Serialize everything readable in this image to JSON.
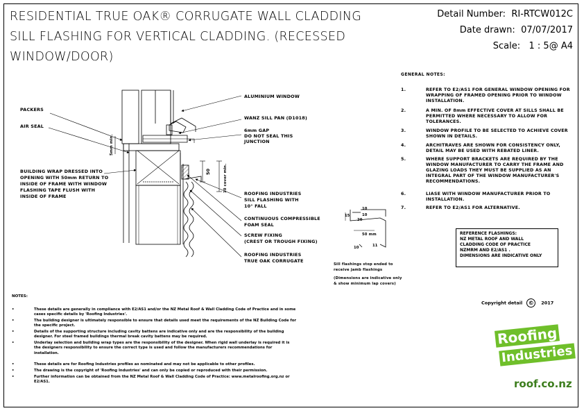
{
  "title": {
    "line1": "RESIDENTIAL TRUE OAK® CORRUGATE WALL CLADDING",
    "line2": "SILL FLASHING FOR VERTICAL CLADDING.  (RECESSED",
    "line3": "WINDOW/DOOR)"
  },
  "meta": {
    "detail_label": "Detail Number:",
    "detail_value": "RI-RTCW012C",
    "date_label": "Date drawn:",
    "date_value": "07/07/2017",
    "scale_label": "Scale:",
    "scale_value": "1 : 5@ A4"
  },
  "callouts": {
    "aluminium_window": "ALUMINIUM WINDOW",
    "packers": "PACKERS",
    "air_seal": "AIR SEAL",
    "wanz": "WANZ SILL PAN (D1018)",
    "gap1": "6mm GAP",
    "gap2": "DO NOT SEAL THIS",
    "gap3": "JUNCTION",
    "bw1": "BUILDING WRAP DRESSED INTO",
    "bw2": "OPENING WITH 50mm  RETURN TO",
    "bw3": "INSIDE OF FRAME WITH WINDOW",
    "bw4": "FLASHING TAPE FLUSH WITH",
    "bw5": "INSIDE OF FRAME",
    "ri1": "ROOFING INDUSTRIES",
    "ri2": "SILL FLASHING WITH",
    "ri3": "10° FALL",
    "cc1": "CONTINUOUS COMPRESSIBLE",
    "cc2": "FOAM SEAL",
    "sf1": "SCREW FIXING",
    "sf2": "(CREST OR TROUGH FIXING)",
    "to1": "ROOFING INDUSTRIES",
    "to2": "TRUE OAK CORRUGATE",
    "dim_5mm": "5mm min.",
    "dim_50": "50",
    "dim_10": "10 cover min.",
    "stop1": "Sill flashings stop ended to",
    "stop2": "receive jamb flashings",
    "stop3": "(Dimensions are indicative only",
    "stop4": "& show minimum lap covers)",
    "fl_10a": "10",
    "fl_10b": "10",
    "fl_20": "20",
    "fl_15": "15",
    "fl_50": "50 mm",
    "fl_10c": "10",
    "fl_11": "11"
  },
  "general_notes": {
    "heading": "GENERAL NOTES:",
    "items": [
      {
        "n": "1.",
        "t": "REFER TO E2/AS1 FOR GENERAL WINDOW OPENING FOR WRAPPING OF FRAMED OPENING PRIOR TO WINDOW INSTALLATION."
      },
      {
        "n": "2.",
        "t": "A MIN. OF 8mm EFFECTIVE COVER AT SILLS SHALL BE PERMITTED WHERE NECESSARY TO ALLOW FOR TOLERANCES."
      },
      {
        "n": "3.",
        "t": "WINDOW PROFILE TO BE SELECTED TO ACHIEVE COVER SHOWN IN DETAILS."
      },
      {
        "n": "4.",
        "t": "ARCHITRAVES ARE SHOWN FOR CONSISTENCY ONLY, DETAIL MAY BE USED WITH REBATED LINER."
      },
      {
        "n": "5.",
        "t": "WHERE SUPPORT BRACKETS ARE REQUIRED BY THE WINDOW MANUFACTURER TO CARRY THE FRAME AND GLAZING LOADS THEY MUST BE SUPPLIED AS AN INTEGRAL PART OF THE WINDOW MANUFACTURER'S RECOMMENDATIONS."
      },
      {
        "n": "6.",
        "t": "LIASE WITH WINDOW MANUFACTURER PRIOR TO INSTALLATION."
      },
      {
        "n": "7.",
        "t": "REFER TO E2/AS1 FOR ALTERNATIVE."
      }
    ]
  },
  "reference": {
    "l1": "REFERENCE FLASHINGS:",
    "l2": "NZ METAL ROOF AND WALL",
    "l3": "CLADDING CODE OF PRACTICE",
    "l4": "NZMRM AND E2/AS1 .",
    "l5": "DIMENSIONS ARE INDICATIVE ONLY"
  },
  "bottom_notes": {
    "heading": "NOTES:",
    "items": [
      "These details are generally in compliance with E2/AS1 and/or the NZ Metal Roof & Wall Cladding Code of Practice and in some cases specific details by 'Roofing Industries'.",
      "The building designer is ultimately responsible to ensure that details used meet the requirements of the NZ Building Code for the specific project.",
      "Details of the supporting structure including cavity battens are indicative only and are the responsibility of the building designer. For steel framed buildings thermal break cavity battens may be required.",
      "Underlay selection and building wrap types are the responsibility of the designer. When rigid wall underlay is required it is the designers responsibility to ensure the correct type is used and follow the manufacturers recommendations for installation.",
      "These details are for Roofing Industries profiles as nominated and may not be applicable to other profiles.",
      "The drawing is the copyright of 'Roofing Industries' and can only be copied or reproduced with their permission.",
      "Further information can be obtained from the NZ Metal Roof & Wall Cladding Code of Practice: www.metalroofing.org.nz or E2/AS1."
    ]
  },
  "copyright": {
    "label": "Copyright detail",
    "symbol": "©",
    "year": "2017"
  },
  "logo": {
    "word1": "Roofing",
    "word2": "Industries",
    "url": "roof.co.nz",
    "color": "#6fbf2a"
  }
}
